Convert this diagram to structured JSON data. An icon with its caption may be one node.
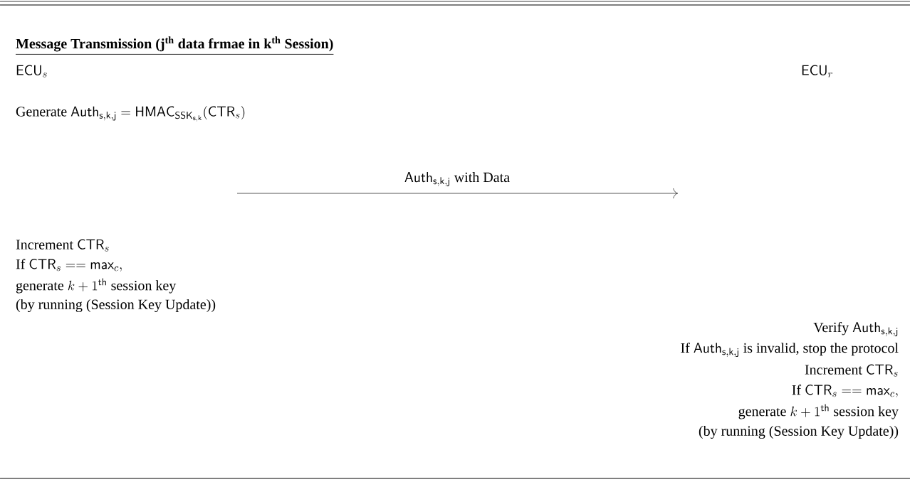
{
  "diagram": {
    "title": "Message Transmission (j$^{th}$ data frmae in k$^{th}$ Session)",
    "nodes": [
      {
        "text": [
          "\\mathsf{ECU}_s"
        ]
      },
      {
        "text": [
          "\\mathsf{ECU}_r"
        ]
      }
    ],
    "labels": [
      "\\text{Generate } \\mathsf{Auth}_{\\mathsf{s,k,j}} = \\mathsf{HMAC}_{\\mathsf{SSK}_{\\mathsf{s,k}}}(\\mathsf{CTR}_s)",
      "\\mathsf{Auth}_{\\mathsf{s,k,j}}\\text{ with Data}",
      "\\text{Increment } \\mathsf{CTR}_s",
      "\\text{If } \\mathsf{CTR}_s == \\mathsf{max}_c,",
      "\\text{generate } k+1^{\\mathsf{th}}\\text{ session key}",
      "\\text{(by running (Session Key Update))}",
      "\\text{Verify } \\mathsf{Auth}_{\\mathsf{s,k,j}}",
      "\\text{If } \\mathsf{Auth}_{\\mathsf{s,k,j}}\\text{ is invalid, stop the protocol}",
      "\\text{Increment } \\mathsf{CTR}_s",
      "\\text{If } \\mathsf{CTR}_s == \\mathsf{max}_c,",
      "\\text{generate } k+1^{\\mathsf{th}}\\text{ session key}",
      "\\text{(by running (Session Key Update))}"
    ]
  }
}
